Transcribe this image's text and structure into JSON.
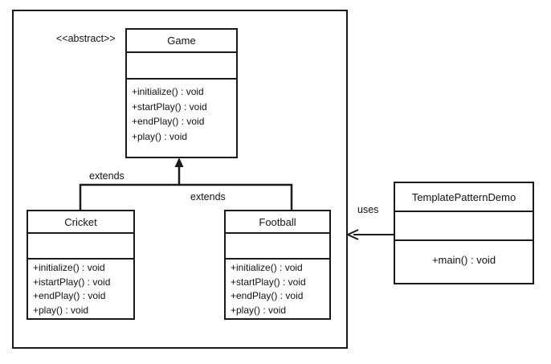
{
  "diagram": {
    "stereotype": "<<abstract>>",
    "classes": {
      "game": {
        "name": "Game",
        "operations": [
          "+initialize() : void",
          "+startPlay() : void",
          "+endPlay() : void",
          "+play() : void"
        ]
      },
      "cricket": {
        "name": "Cricket",
        "operations": [
          "+initialize() : void",
          "+istartPlay() : void",
          "+endPlay() : void",
          "+play() : void"
        ]
      },
      "football": {
        "name": "Football",
        "operations": [
          "+initialize() : void",
          "+startPlay() : void",
          "+endPlay() : void",
          "+play() : void"
        ]
      },
      "demo": {
        "name": "TemplatePatternDemo",
        "operations": [
          "+main() : void"
        ]
      }
    },
    "edges": {
      "extends_left": "extends",
      "extends_right": "extends",
      "uses": "uses"
    }
  }
}
